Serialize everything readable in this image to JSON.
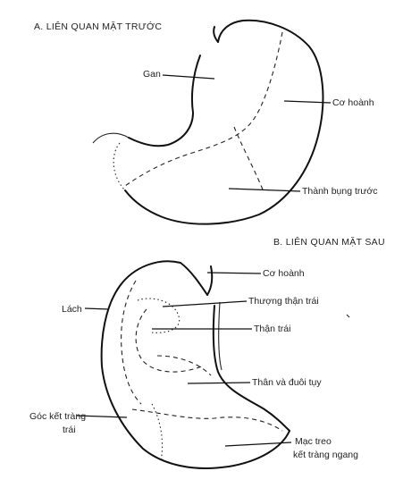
{
  "diagram_a": {
    "title": "A. LIÊN QUAN MẶT TRƯỚC",
    "labels": {
      "gan": "Gan",
      "co_hoanh": "Cơ hoành",
      "thanh_bung_truoc": "Thành bụng trước"
    }
  },
  "diagram_b": {
    "title": "B. LIÊN QUAN MẶT SAU",
    "labels": {
      "co_hoanh": "Cơ hoành",
      "lach": "Lách",
      "thuong_than_trai": "Thượng thận trái",
      "than_trai": "Thận trái",
      "than_duoi_tuy": "Thân và đuôi tụy",
      "goc_ket_trang_line1": "Góc kết tràng",
      "goc_ket_trang_line2": "trái",
      "mac_treo_line1": "Mạc treo",
      "mac_treo_line2": "kết tràng ngang"
    }
  }
}
